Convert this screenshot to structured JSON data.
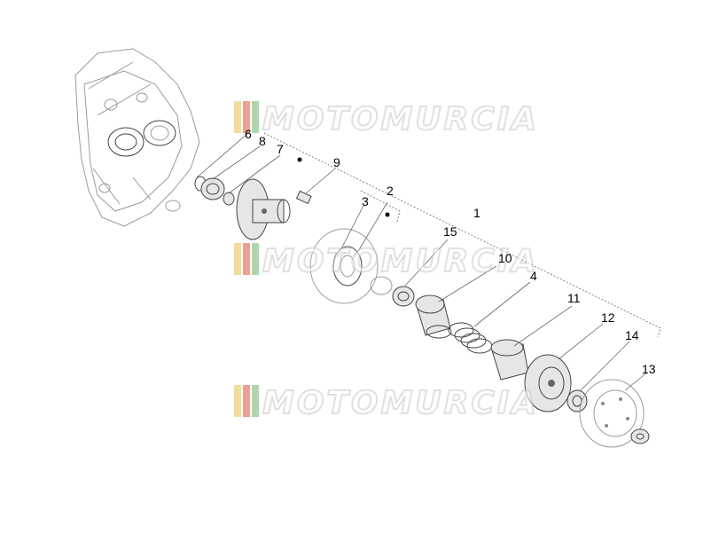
{
  "watermark": {
    "text": "MOTOMURCIA",
    "stripe_colors": [
      "#e4c24a",
      "#e0533e",
      "#6fb46a"
    ]
  },
  "callouts": {
    "p1": "1",
    "p2": "2",
    "p3": "3",
    "p4": "4",
    "p6": "6",
    "p7": "7",
    "p8": "8",
    "p9": "9",
    "p10": "10",
    "p11": "11",
    "p12": "12",
    "p13": "13",
    "p14": "14",
    "p15": "15"
  }
}
